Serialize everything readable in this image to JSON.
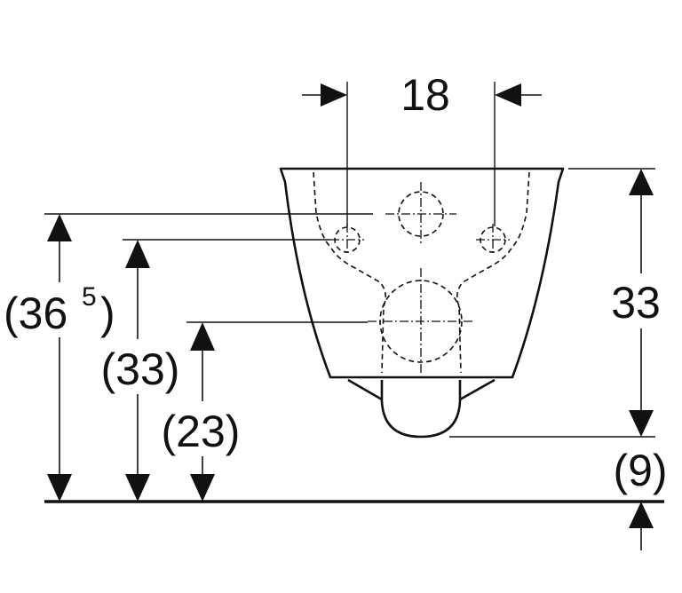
{
  "colors": {
    "ink": "#111111",
    "background": "#ffffff"
  },
  "labels": {
    "top_width": "18",
    "right_height": "33",
    "left_outer": "(36",
    "left_outer_sup": "5",
    "left_outer_close": ")",
    "left_middle": "(33)",
    "left_inner": "(23)",
    "bottom_right": "(9)"
  }
}
